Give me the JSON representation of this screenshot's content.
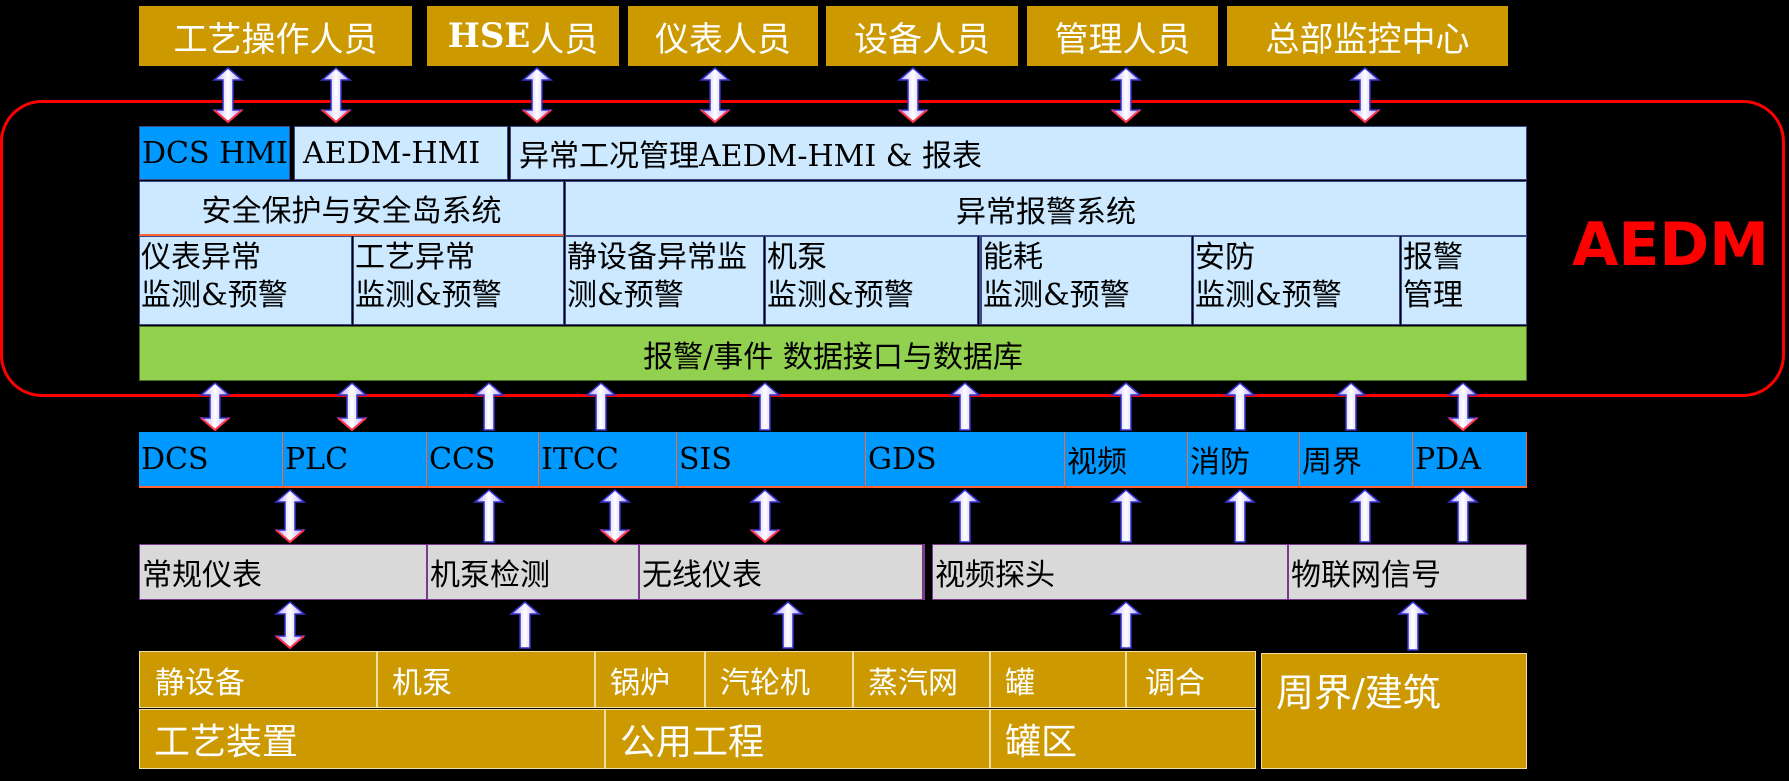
{
  "roles": {
    "process_operators": "工艺操作人员",
    "hse_prefix": "HSE",
    "hse_suffix": "人员",
    "instrument_staff": "仪表人员",
    "equipment_staff": "设备人员",
    "management_staff": "管理人员",
    "hq_monitoring": "总部监控中心"
  },
  "aedm": {
    "label": "AEDM",
    "hmi": {
      "dcs_hmi": "DCS HMI",
      "aedm_hmi": "AEDM-HMI",
      "abnormal_hmi_report": "异常工况管理AEDM-HMI & 报表"
    },
    "safety_system": "安全保护与安全岛系统",
    "alarm_system": "异常报警系统",
    "modules": {
      "instrument_line1": "仪表异常",
      "instrument_line2": "监测&预警",
      "process_line1": "工艺异常",
      "process_line2": "监测&预警",
      "static_line1": "静设备异常监",
      "static_line2": "测&预警",
      "pump_line1": "机泵",
      "pump_line2": "监测&预警",
      "energy_line1": "能耗",
      "energy_line2": "监测&预警",
      "security_line1": "安防",
      "security_line2": "监测&预警",
      "alarm_line1": "报警",
      "alarm_line2": "管理"
    },
    "database": "报警/事件 数据接口与数据库"
  },
  "control_systems": [
    "DCS",
    "PLC",
    "CCS",
    "ITCC",
    "SIS",
    "GDS",
    "视频",
    "消防",
    "周界",
    "PDA"
  ],
  "field_devices": [
    "常规仪表",
    "机泵检测",
    "无线仪表",
    "视频探头",
    "物联网信号"
  ],
  "equipment": [
    "静设备",
    "机泵",
    "锅炉",
    "汽轮机",
    "蒸汽网",
    "罐",
    "调合"
  ],
  "areas": [
    "工艺装置",
    "公用工程",
    "罐区"
  ],
  "perimeter": "周界/建筑",
  "colors": {
    "gold": "#cc9900",
    "light_blue": "#cce9ff",
    "blue": "#0099ff",
    "green": "#92d050",
    "grey": "#d9d9d9",
    "red": "#ff0000"
  }
}
